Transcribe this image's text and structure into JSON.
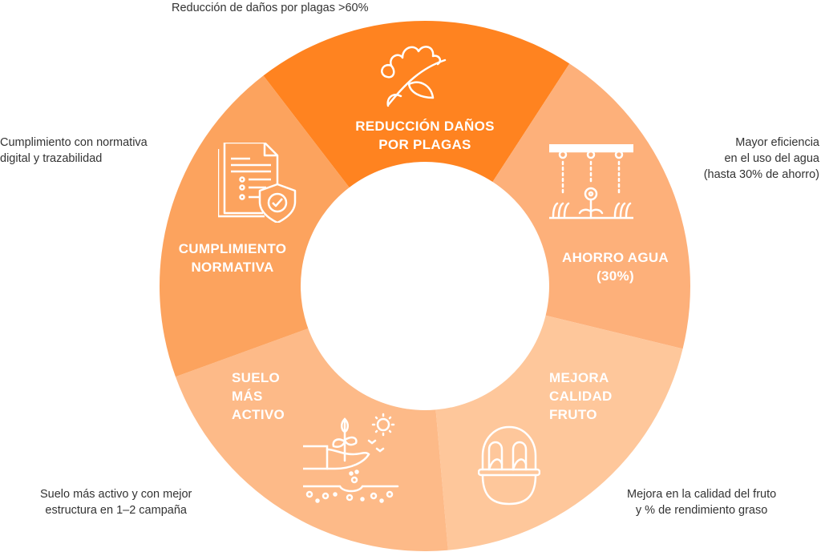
{
  "colors": {
    "plagas": "#FF8320",
    "agua": "#FDB07A",
    "fruto": "#FEC79B",
    "suelo": "#FDBA88",
    "normativa": "#FCA35E"
  },
  "segments": {
    "plagas": {
      "line1": "REDUCCIÓN DAÑOS",
      "line2": "POR PLAGAS",
      "icon": "cotton-plant-icon"
    },
    "agua": {
      "line1": "AHORRO AGUA",
      "line2": "(30%)",
      "icon": "irrigation-icon"
    },
    "fruto": {
      "line1": "MEJORA",
      "line2": "CALIDAD",
      "line3": "FRUTO",
      "icon": "fruit-basket-icon"
    },
    "suelo": {
      "line1": "SUELO",
      "line2": "MÁS",
      "line3": "ACTIVO",
      "icon": "soil-hand-icon"
    },
    "normativa": {
      "line1": "CUMPLIMIENTO",
      "line2": "NORMATIVA",
      "icon": "document-shield-icon"
    }
  },
  "notes": {
    "plagas": "Reducción de daños por plagas >60%",
    "agua": [
      "Mayor eficiencia",
      "en el uso del agua",
      "(hasta 30% de ahorro)"
    ],
    "fruto": [
      "Mejora en la calidad del fruto",
      "y % de rendimiento graso"
    ],
    "suelo": [
      "Suelo más activo y con mejor",
      "estructura en 1–2 campaña"
    ],
    "normativa": [
      "Cumplimiento con normativa",
      "digital y trazabilidad"
    ]
  }
}
